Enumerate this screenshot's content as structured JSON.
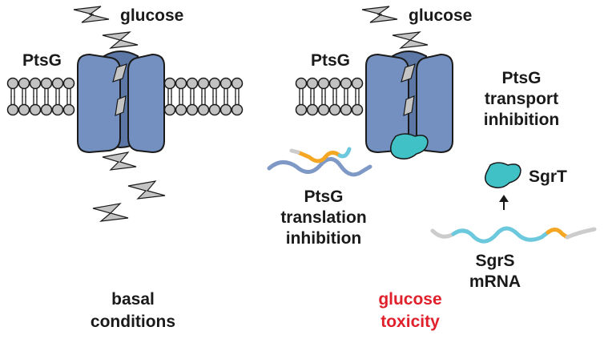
{
  "labels": {
    "glucose_left": "glucose",
    "glucose_right": "glucose",
    "ptsg_left": "PtsG",
    "ptsg_right": "PtsG",
    "transport_inhibition": [
      "PtsG",
      "transport",
      "inhibition"
    ],
    "translation_inhibition": [
      "PtsG",
      "translation",
      "inhibition"
    ],
    "sgrt": "SgrT",
    "sgrs_mrna": [
      "SgrS",
      "mRNA"
    ],
    "basal_conditions": [
      "basal",
      "conditions"
    ],
    "glucose_toxicity": [
      "glucose",
      "toxicity"
    ]
  },
  "colors": {
    "transporter": "#7390c0",
    "transporter_dark": "#5c77a6",
    "lipid_head": "#c2c2c2",
    "glucose": "#c4c4c4",
    "sgrt": "#3fc1c6",
    "mrna_blue": "#7f99c6",
    "mrna_cyan": "#6cc8dc",
    "mrna_orange": "#f5a623",
    "mrna_gray": "#cccccc",
    "toxicity_red": "#e0202b",
    "text": "#1a1a1a"
  }
}
